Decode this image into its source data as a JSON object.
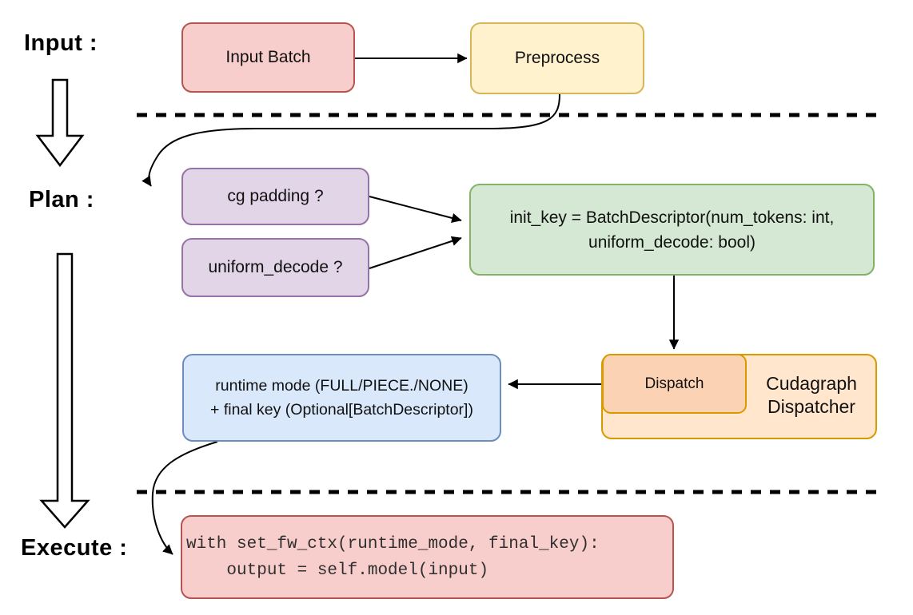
{
  "stages": {
    "input_label": "Input :",
    "plan_label": "Plan :",
    "execute_label": "Execute :"
  },
  "nodes": {
    "input_batch": "Input Batch",
    "preprocess": "Preprocess",
    "cg_padding": "cg padding ?",
    "uniform_decode": "uniform_decode ?",
    "init_key_line1": "init_key = BatchDescriptor(num_tokens: int,",
    "init_key_line2": "uniform_decode: bool)",
    "dispatch": "Dispatch",
    "dispatcher_line1": "Cudagraph",
    "dispatcher_line2": "Dispatcher",
    "runtime_line1": "runtime mode (FULL/PIECE./NONE)",
    "runtime_line2": "+ final key (Optional[BatchDescriptor])",
    "code_line1": "with set_fw_ctx(runtime_mode, final_key):",
    "code_line2": "    output = self.model(input)"
  },
  "colors": {
    "red_fill": "#f8cecc",
    "red_stroke": "#b85450",
    "yellow_fill": "#fff2cc",
    "yellow_stroke": "#d6b656",
    "purple_fill": "#e1d5e7",
    "purple_stroke": "#9673a6",
    "green_fill": "#d5e8d4",
    "green_stroke": "#82b366",
    "orange_outer_fill": "#ffe6cc",
    "orange_inner_fill": "#fcd2b5",
    "orange_stroke": "#d79b00",
    "blue_fill": "#dae8fc",
    "blue_stroke": "#6c8ebf",
    "line_color": "#000000"
  }
}
